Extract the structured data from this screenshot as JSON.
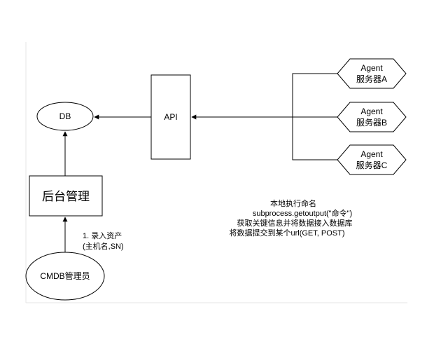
{
  "nodes": {
    "db": "DB",
    "api": "API",
    "backend": "后台管理",
    "cmdb_admin": "CMDB管理员",
    "agent_a": {
      "line1": "Agent",
      "line2": "服务器A"
    },
    "agent_b": {
      "line1": "Agent",
      "line2": "服务器B"
    },
    "agent_c": {
      "line1": "Agent",
      "line2": "服务器C"
    }
  },
  "annotations": {
    "asset_entry": {
      "line1": "1. 录入资产",
      "line2": "(主机名,SN)"
    },
    "agent_flow": {
      "line1": "本地执行命名",
      "line2": "subprocess.getoutput(\"命令\")",
      "line3": "获取关键信息并将数据接入数据库",
      "line4": "将数据提交到某个url(GET, POST)"
    }
  },
  "colors": {
    "stroke": "#000000",
    "background": "#ffffff",
    "frame": "#e6e6e6"
  }
}
